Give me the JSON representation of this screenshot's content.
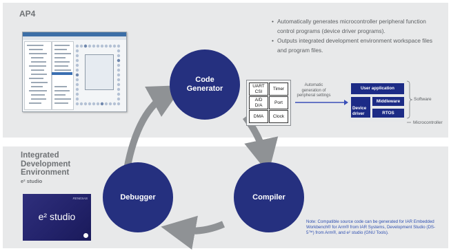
{
  "top_panel": {
    "title": "AP4"
  },
  "bullets": [
    "Automatically generates microcontroller peripheral function control programs (device driver programs).",
    "Outputs integrated development environment workspace files and program files."
  ],
  "cycle": {
    "code_generator": "Code\nGenerator",
    "compiler": "Compiler",
    "debugger": "Debugger"
  },
  "peripherals": [
    "UART\nCSI",
    "Timer",
    "A/D\nD/A",
    "Port",
    "DMA",
    "Clock"
  ],
  "auto_label": "Automatic\ngeneration of\nperipheral settings",
  "software_stack": {
    "user_application": "User application",
    "device_driver": "Device\ndriver",
    "middleware": "Middleware",
    "rtos": "RTOS",
    "software_label": "Software",
    "microcontroller_label": "Microcontroller"
  },
  "ide": {
    "title": "Integrated\nDevelopment\nEnvironment",
    "subtitle": "e² studio",
    "product_text": "e² studio",
    "logo_text": "RENESAS"
  },
  "note": "Note: Compatible source code can be generated for IAR Embedded Workbench® for Arm® from IAR Systems, Development Studio (DS-5™) from Arm®, and e² studio (GNU Tools).",
  "colors": {
    "circle": "#25307f",
    "arrow": "#8f9295",
    "panel": "#e8e9ea",
    "block": "#1c2b86"
  }
}
